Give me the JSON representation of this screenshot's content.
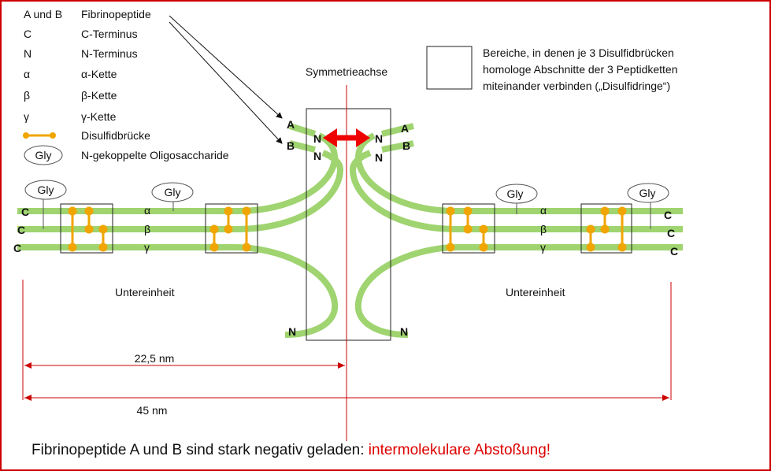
{
  "legend": {
    "items": [
      {
        "symbol": "A und B",
        "text": "Fibrinopeptide"
      },
      {
        "symbol": "C",
        "text": "C-Terminus"
      },
      {
        "symbol": "N",
        "text": "N-Terminus"
      },
      {
        "symbol": "α",
        "text": "α-Kette"
      },
      {
        "symbol": "β",
        "text": "β-Kette"
      },
      {
        "symbol": "γ",
        "text": "γ-Kette"
      },
      {
        "symbol": "",
        "text": "Disulfidbrücke"
      },
      {
        "symbol": "Gly",
        "text": "N-gekoppelte Oligosaccharide"
      }
    ],
    "box_text": [
      "Bereiche, in denen je 3 Disulfidbrücken",
      "homologe Abschnitte der 3 Peptidketten",
      "miteinander verbinden („Disulfidringe“)"
    ]
  },
  "diagram": {
    "axis_label": "Symmetrieachse",
    "gly": "Gly",
    "chain_alpha": "α",
    "chain_beta": "β",
    "chain_gamma": "γ",
    "terminus_c": "C",
    "terminus_n": "N",
    "fp_a": "A",
    "fp_b": "B",
    "subunit_left": "Untereinheit",
    "subunit_right": "Untereinheit",
    "dim_half": "22,5 nm",
    "dim_full": "45 nm",
    "colors": {
      "chain": "#9fd470",
      "bond": "#f0a500",
      "axis": "#cc0000",
      "repulsion": "#ee0000"
    }
  },
  "caption": {
    "text": "Fibrinopeptide A und B sind stark negativ geladen: ",
    "highlight": "intermolekulare Abstoßung!"
  }
}
